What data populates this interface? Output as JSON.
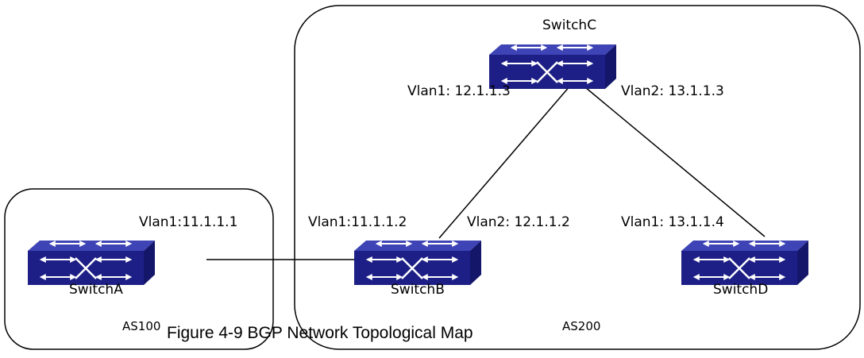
{
  "diagram": {
    "caption": "Figure 4-9 BGP Network Topological Map",
    "autonomous_systems": [
      {
        "id": "as100",
        "label": "AS100"
      },
      {
        "id": "as200",
        "label": "AS200"
      }
    ],
    "switches": {
      "switch_a": {
        "name": "SwitchA",
        "vlans": [
          "Vlan1:11.1.1.1"
        ]
      },
      "switch_b": {
        "name": "SwitchB",
        "vlans": [
          "Vlan1:11.1.1.2",
          "Vlan2: 12.1.1.2"
        ]
      },
      "switch_c": {
        "name": "SwitchC",
        "vlans": [
          "Vlan1: 12.1.1.3",
          "Vlan2: 13.1.1.3"
        ]
      },
      "switch_d": {
        "name": "SwitchD",
        "vlans": [
          "Vlan1: 13.1.1.4"
        ]
      }
    },
    "links": [
      {
        "from": "SwitchA",
        "to": "SwitchB"
      },
      {
        "from": "SwitchB",
        "to": "SwitchC"
      },
      {
        "from": "SwitchC",
        "to": "SwitchD"
      }
    ],
    "colors": {
      "switch_top": "#3e44b5",
      "switch_front": "#1d1f86",
      "switch_side": "#14166a",
      "arrow": "#ffffff",
      "line": "#000000"
    }
  }
}
